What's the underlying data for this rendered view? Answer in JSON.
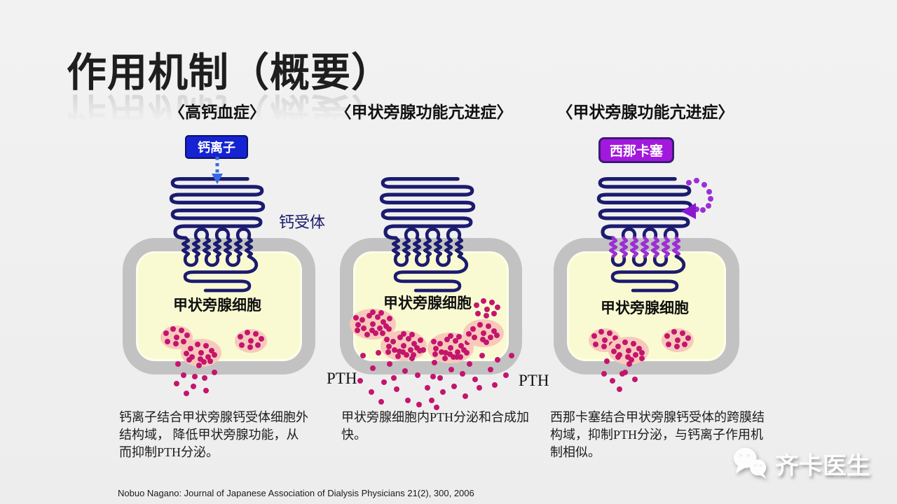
{
  "slide": {
    "title": "作用机制（概要）",
    "receptor_label": "钙受体",
    "pth_left": "PTH",
    "pth_right": "PTH",
    "citation": "Nobuo Nagano: Journal of Japanese Association of Dialysis Physicians 21(2), 300, 2006",
    "watermark": "齐卡医生"
  },
  "panels": [
    {
      "header": "〈高钙血症〉",
      "badge": "钙离子",
      "cell_label": "甲状旁腺细胞",
      "description": "钙离子结合甲状旁腺钙受体细胞外结构域， 降低甲状旁腺功能，从而抑制PTH分泌。"
    },
    {
      "header": "〈甲状旁腺功能亢进症〉",
      "cell_label": "甲状旁腺细胞",
      "description": "甲状旁腺细胞内PTH分泌和合成加快。"
    },
    {
      "header": "〈甲状旁腺功能亢进症〉",
      "badge": "西那卡塞",
      "cell_label": "甲状旁腺细胞",
      "description": "西那卡塞结合甲状旁腺钙受体的跨膜结构域，抑制PTH分泌，与钙离子作用机制相似。"
    }
  ],
  "icons": {
    "dashed_down_arrow": "calcium-binding-arrow",
    "dotted_curve_arrow": "cinacalcet-binding-arrow",
    "wechat": "wechat-icon"
  },
  "colors": {
    "background": "#f0f0f0",
    "receptor_navy": "#1b1b6f",
    "calcium_badge_blue": "#1523d2",
    "cinacalcet_purple": "#a318dd",
    "transmembrane_highlight": "#9b2fd6",
    "arrow_blue": "#3a6ae0",
    "pth_dot_crimson": "#c4156d",
    "cluster_halo_pink": "#f8c9bb",
    "cell_yellow": "#fafad2",
    "membrane_gray": "#c2c2c2"
  }
}
